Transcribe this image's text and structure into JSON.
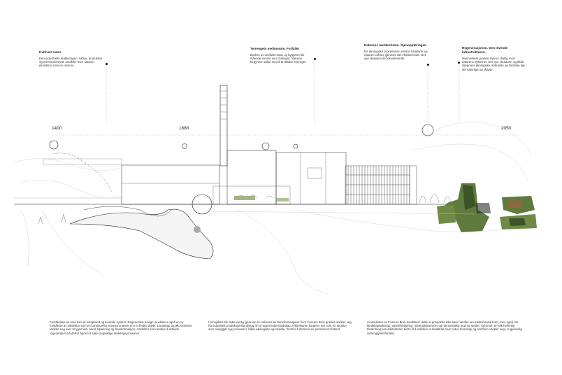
{
  "annotations": [
    {
      "title": "Kultivert natur",
      "body": "Den industrielle etableringen. Aktive, produktive og menneskestyrte områder hvor naturen eksisterer som en ressurs."
    },
    {
      "title": "Terrengets mellomrom. Forfallet",
      "body": "Bruken av området avtar og byggene blir stående tomme uten funksjon. Naturen begynner sakte med å ta tilbake terrenget."
    },
    {
      "title": "Naturens metabolisme. Gjenoppføringen.",
      "body": "De økologiske prosessene overtar strukturer og naturen vokser gjennom det eksisterende. Det nye tilpasses det eksisterende."
    },
    {
      "title": "Regenerasjonen. Den levende infrastrukturen.",
      "body": "Menneskers praksis styres i dialog med naturens systemer. Der nye strukturer og tiltak integrerer økologiske, kulturelle og tekniske lag i det naturlige og skapte."
    }
  ],
  "timeline": [
    "1400",
    "1888",
    "2050"
  ],
  "footer": [
    "Forståelsen av sted som et komplekst og levende system. Regenerativ design innebærer også en ny forståelse av arkitektur som en kontinuerlig prosess snarere enn et ferdig objekt. Landskap og økosystemer utvikler seg over tid gjennom vekst, tilpasning og transformasjon. Arkitektur som ønsker å arbeide regenerativt må derfor åpne for slike langsiktige utviklingsprosesser.",
    "I prosjektet blir dette synlig gjennom en sekvens av transformasjoner hvor Fossum Bruk gradvis utvikler seg fra industrielt produksjonslandskap til et regenerativt landskap. Arkitekturen fungerer her som en struktur som muliggjør nye prosesser, både økologiske og sosiale, fremfor å definere en permanent tilstand.",
    "I konteksten av Fossum Bruk innebærer dette at prosjektet ikke bare handler om arkitektonisk form, men også om landskapsøkologi, vannhåndtering, materialstrømmer og menneskelig bruk av stedet. Gjennom en slik helhetlig tilnærming kan arkitekturen bidra til å etablere et landskap hvor natur, teknologi og samfunn utvikler seg i et gjensidig avhengighetsforhold."
  ],
  "colors": {
    "ink": "#222222",
    "line": "#9a9a9a",
    "faint": "#c8c8c8",
    "green": "#5e7a3c",
    "darkgreen": "#3d5428",
    "rust": "#8a6a3e",
    "grey_disc": "#a8a8a8"
  }
}
